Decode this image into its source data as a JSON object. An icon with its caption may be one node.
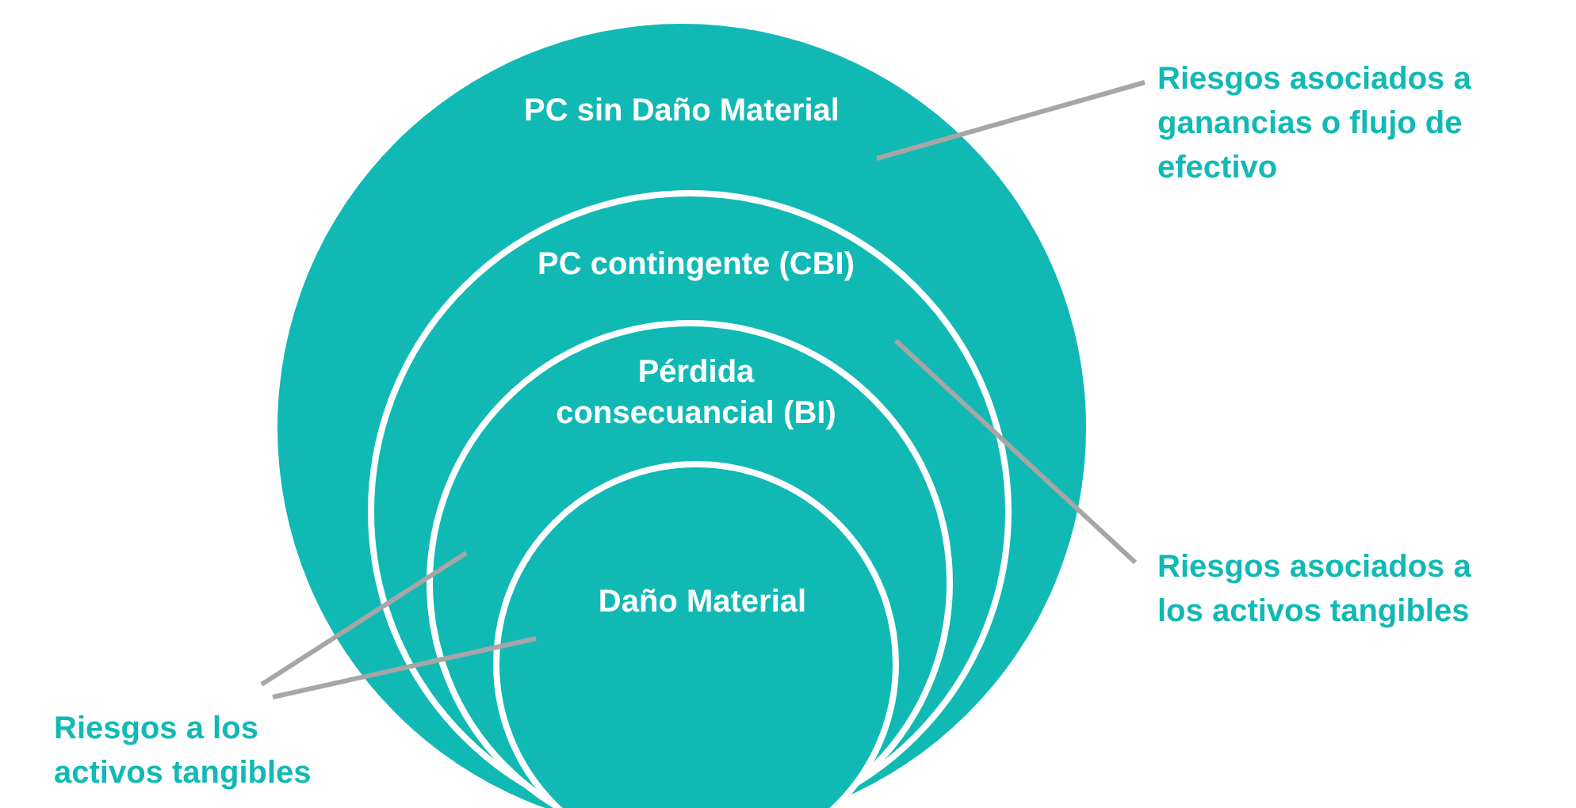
{
  "diagram": {
    "nodes": [
      {
        "text": [
          "PC sin Daño Material"
        ]
      },
      {
        "text": [
          "PC contingente (CBI)"
        ],
        "in": 0
      },
      {
        "text": [
          "Pérdida consecuancial (BI)"
        ],
        "in": 1
      },
      {
        "text": [
          "Daño Material"
        ],
        "in": 2
      },
      {
        "text": [
          "Riesgos asociados a ganancias o flujo de efectivo"
        ]
      },
      {
        "text": [
          "Riesgos asociados a los activos tangibles"
        ]
      },
      {
        "text": [
          "Riesgos a los activos tangibles"
        ]
      }
    ],
    "edges": [
      {
        "from": 4,
        "to": 0,
        "arrow": "none"
      },
      {
        "from": 5,
        "to": 1,
        "arrow": "none"
      },
      {
        "from": 6,
        "to": 2,
        "arrow": "none"
      },
      {
        "from": 6,
        "to": 3,
        "arrow": "none"
      }
    ]
  }
}
